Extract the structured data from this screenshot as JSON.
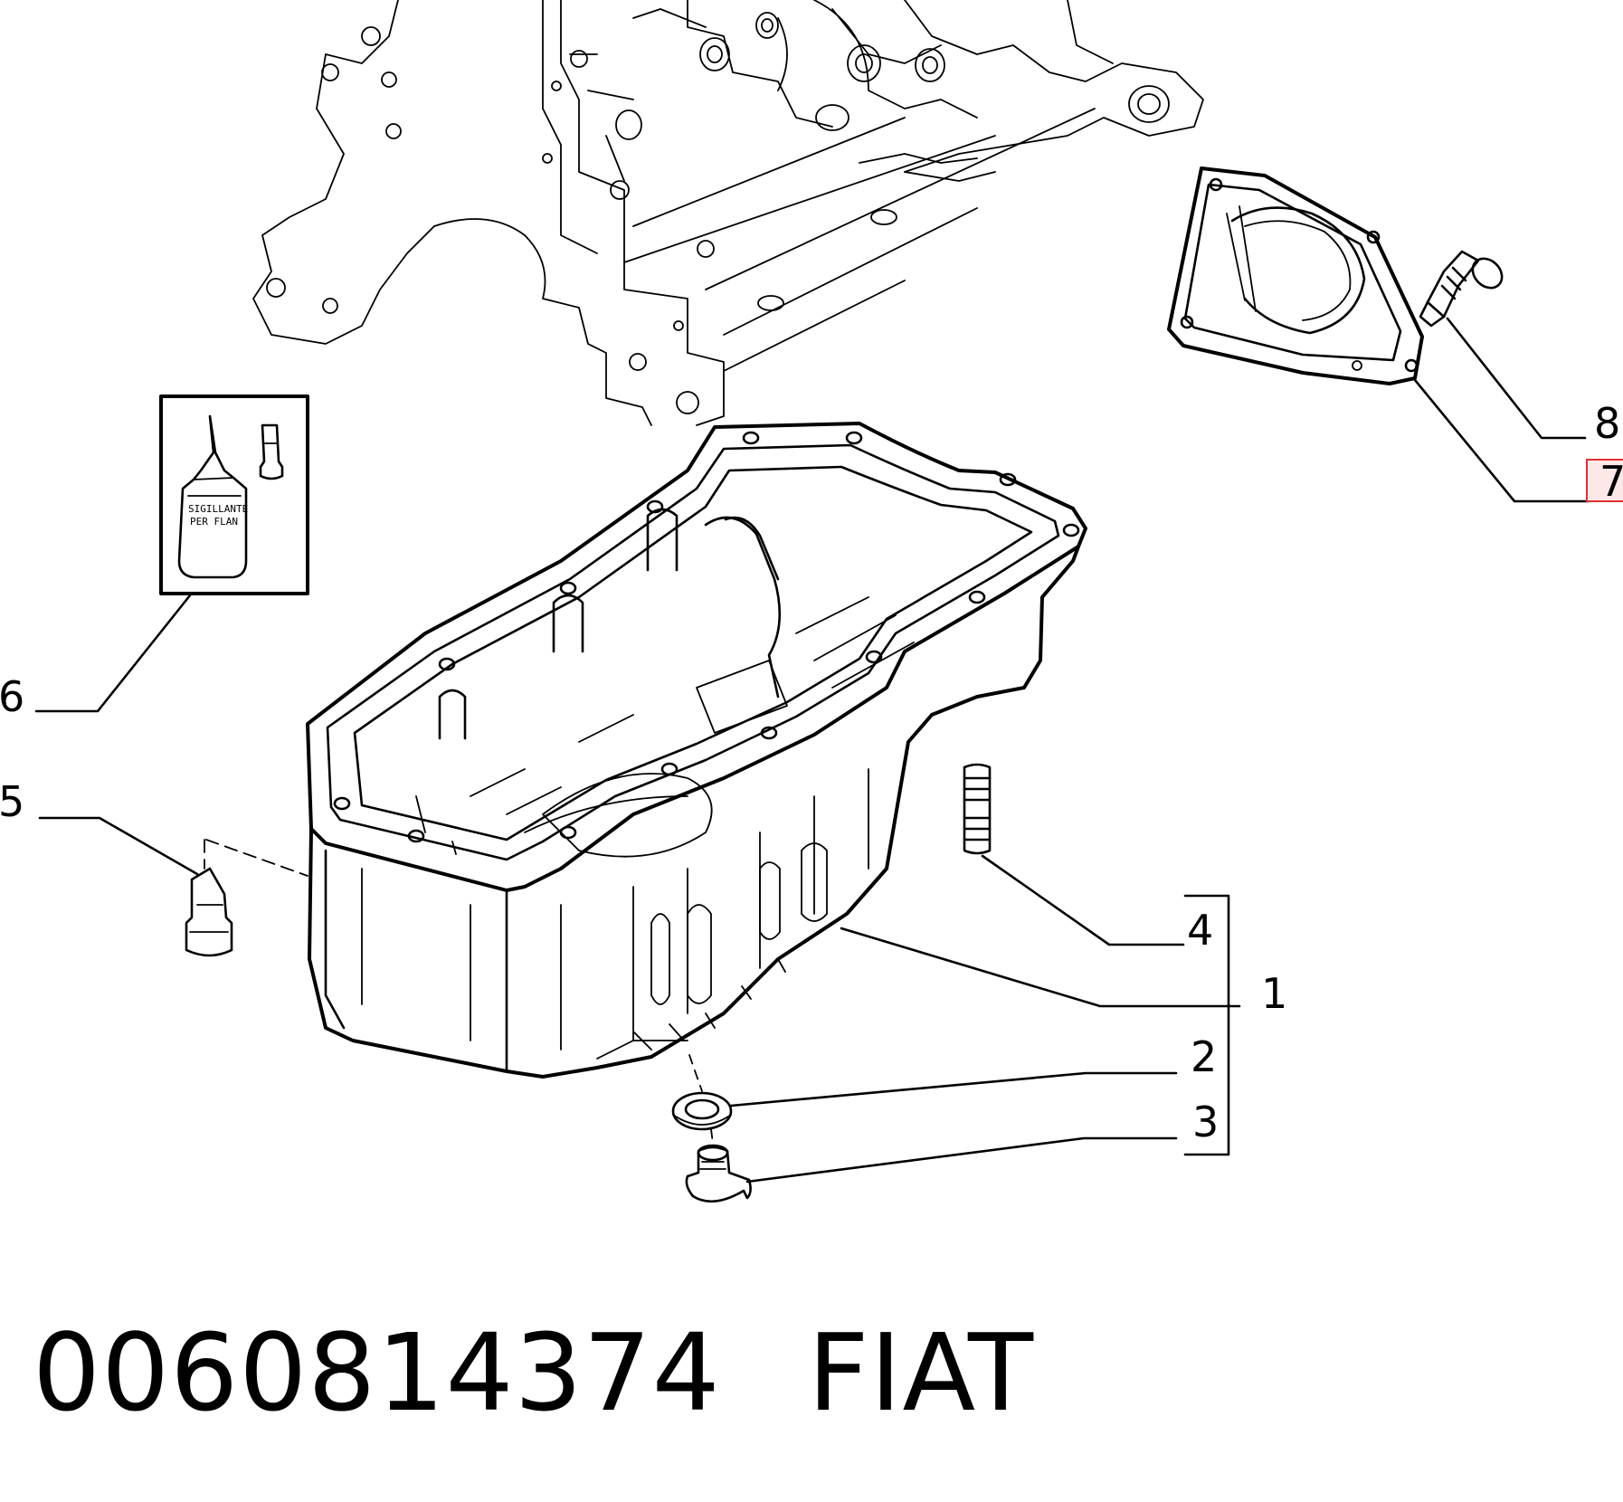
{
  "callouts": {
    "c1": "1",
    "c2": "2",
    "c3": "3",
    "c4": "4",
    "c5": "5",
    "c6": "6",
    "c7": "7",
    "c8": "8"
  },
  "caption": {
    "part_number": "0060814374",
    "brand": "FIAT"
  },
  "bottle_label": {
    "line1": "SIGILLANTE",
    "line2": "PER FLAN"
  },
  "colors": {
    "line": "#000000",
    "highlight_border": "#e03030",
    "highlight_fill": "#fde8e8"
  }
}
